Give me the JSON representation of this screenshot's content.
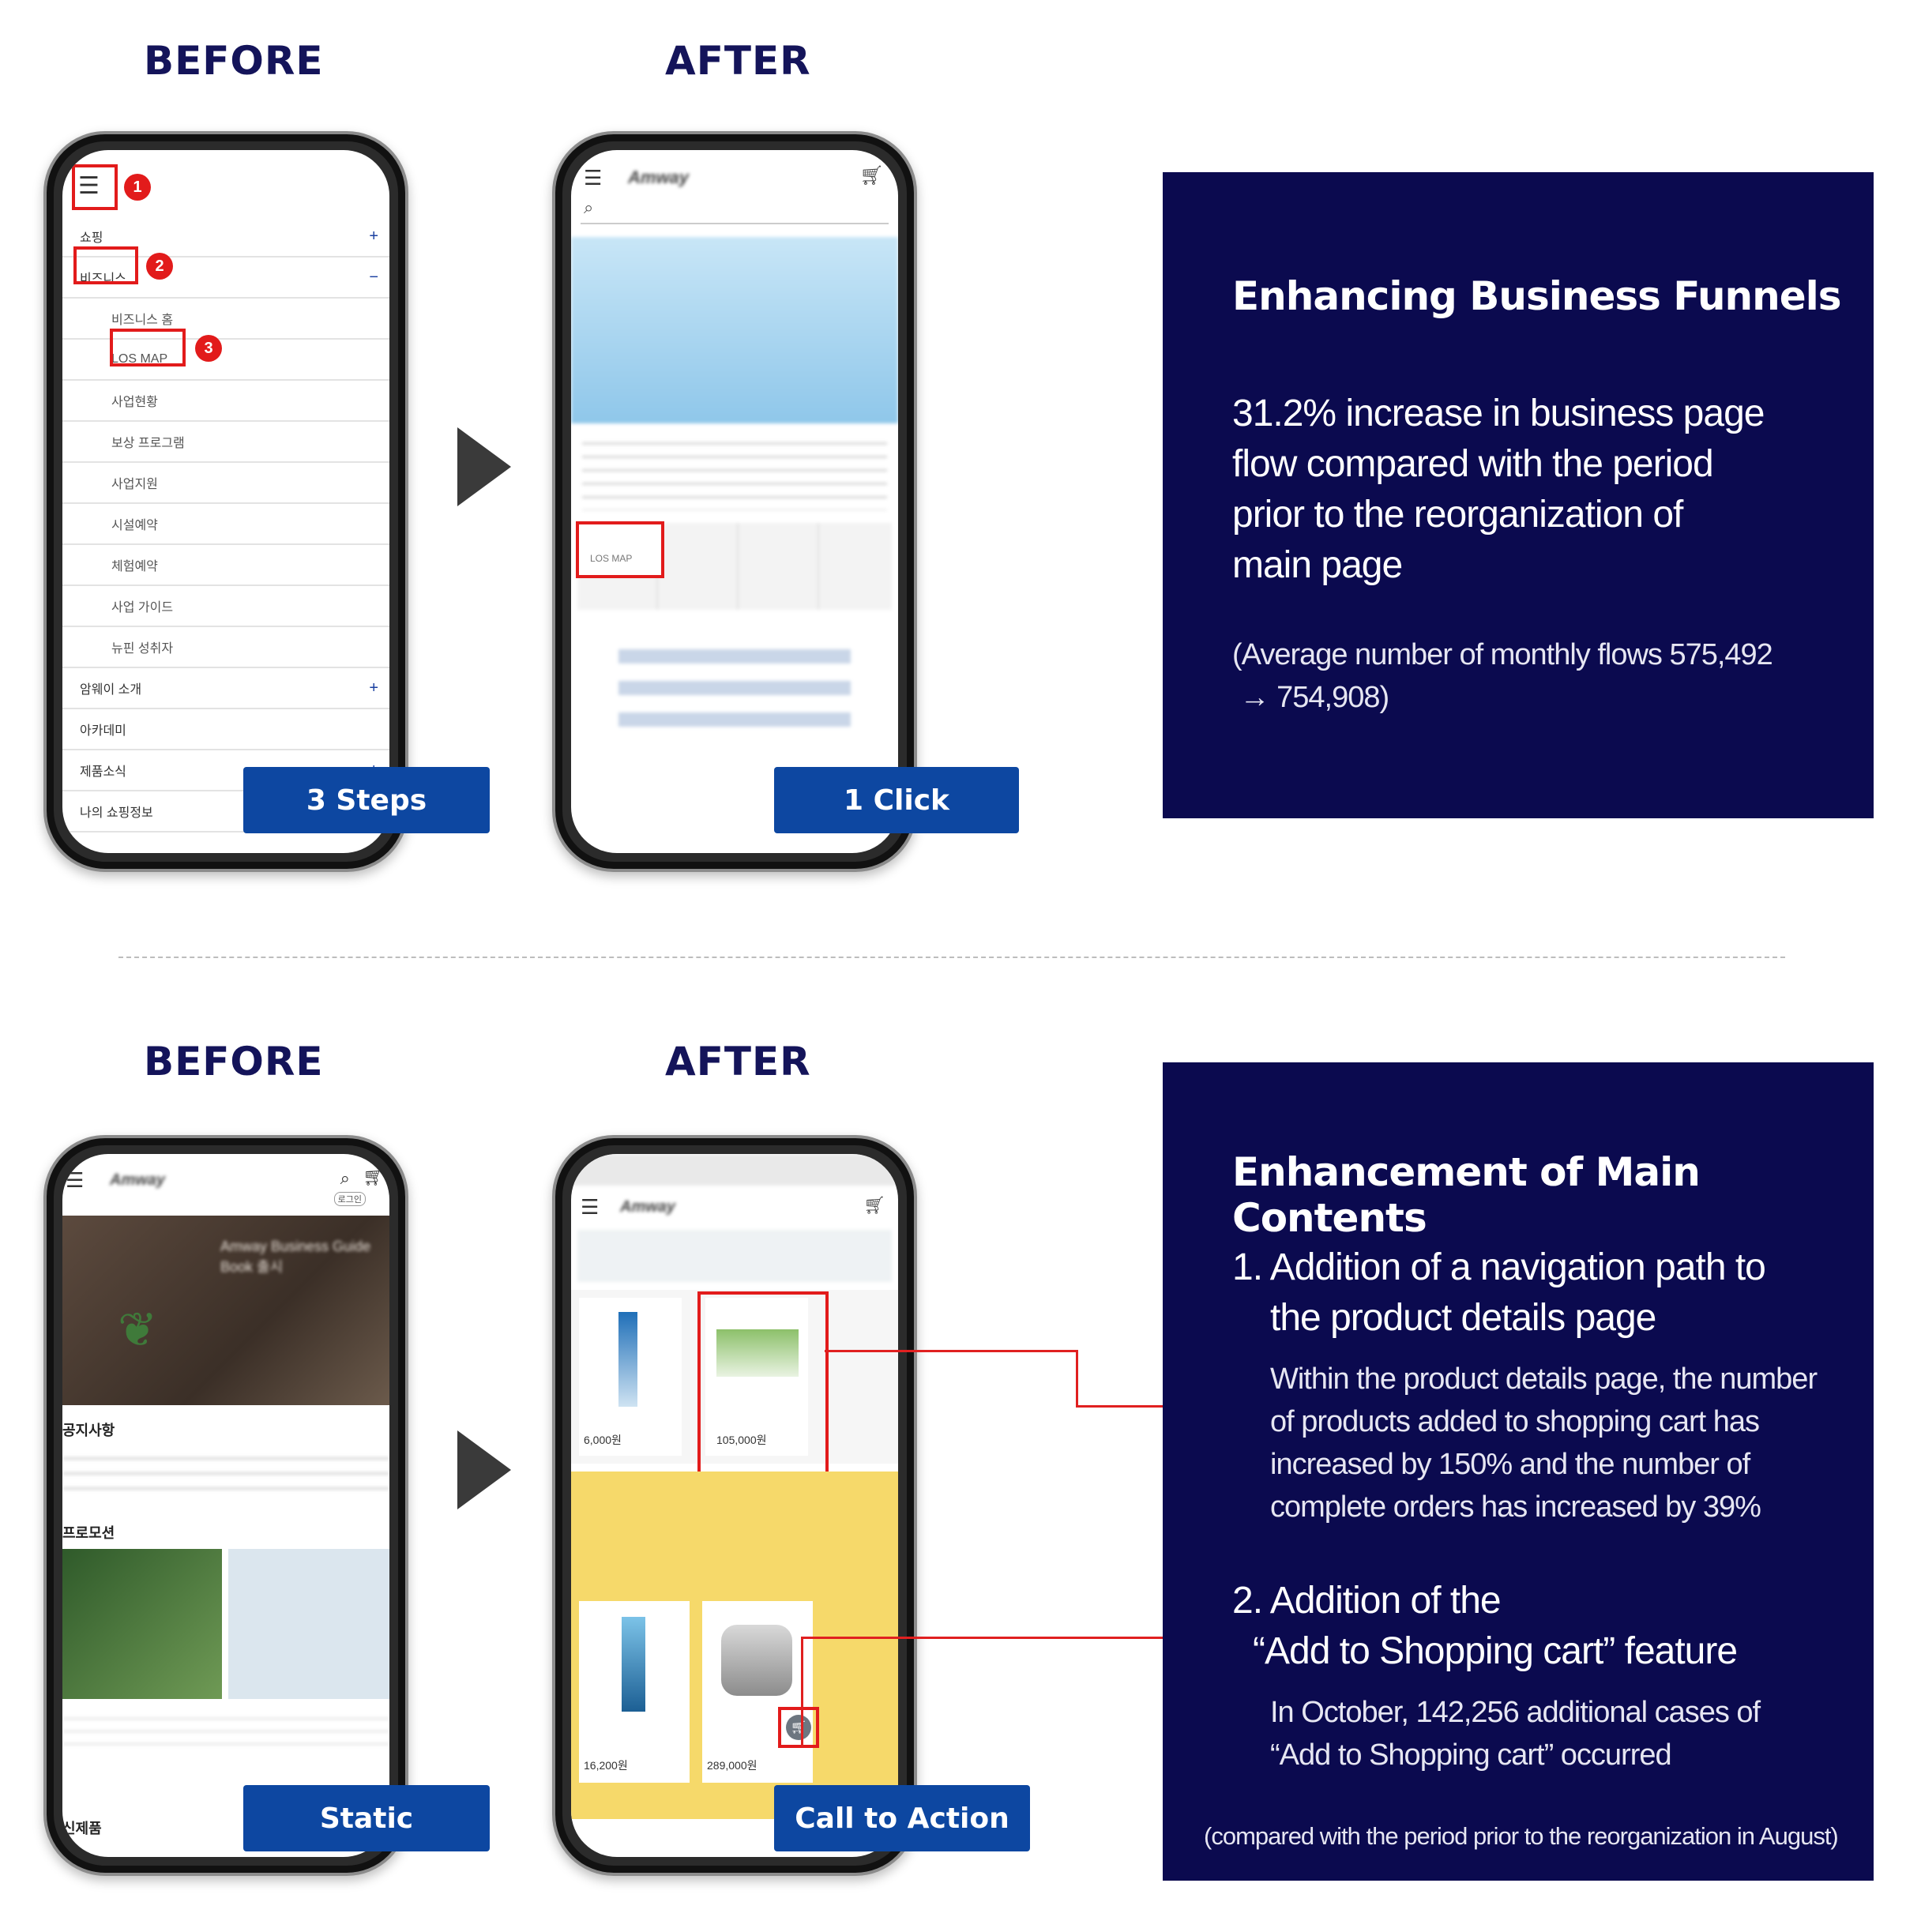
{
  "top": {
    "before_label": "BEFORE",
    "after_label": "AFTER",
    "before_tag": "3 Steps",
    "after_tag": "1 Click",
    "before_menu": {
      "items": [
        {
          "label": "쇼핑",
          "type": "top",
          "plus": "+"
        },
        {
          "label": "비즈니스",
          "type": "top",
          "plus": "−"
        },
        {
          "label": "비즈니스 홈",
          "type": "sub"
        },
        {
          "label": "LOS MAP",
          "type": "sub"
        },
        {
          "label": "사업현황",
          "type": "sub"
        },
        {
          "label": "보상 프로그램",
          "type": "sub"
        },
        {
          "label": "사업지원",
          "type": "sub"
        },
        {
          "label": "시설예약",
          "type": "sub"
        },
        {
          "label": "체험예약",
          "type": "sub"
        },
        {
          "label": "사업 가이드",
          "type": "sub"
        },
        {
          "label": "뉴핀 성취자",
          "type": "sub"
        },
        {
          "label": "암웨이 소개",
          "type": "top",
          "plus": "+"
        },
        {
          "label": "아카데미",
          "type": "top"
        },
        {
          "label": "제품소식",
          "type": "top",
          "plus": "+"
        },
        {
          "label": "나의 쇼핑정보",
          "type": "top"
        }
      ],
      "badges": [
        "1",
        "2",
        "3"
      ]
    },
    "after_screen": {
      "brand": "Amway",
      "los_map": "LOS MAP"
    },
    "panel": {
      "title": "Enhancing Business Funnels",
      "big_lines": [
        "31.2% increase in business page",
        "flow compared with the period",
        "prior to the reorganization of",
        "main page"
      ],
      "small_lines": [
        "(Average number of monthly flows 575,492",
        " → 754,908)"
      ]
    }
  },
  "bottom": {
    "before_label": "BEFORE",
    "after_label": "AFTER",
    "before_tag": "Static",
    "after_tag": "Call to Action",
    "before_screen": {
      "brand": "Amway",
      "banner": "Amway Business Guide Book 출시",
      "notice": "공지사항",
      "promo": "프로모션",
      "new": "신제품",
      "login": "로그인"
    },
    "after_screen": {
      "brand": "Amway",
      "price1": "6,000원",
      "price2": "105,000원",
      "price3": "16,200원",
      "price4": "289,000원"
    },
    "panel": {
      "title": "Enhancement of Main Contents",
      "item1_lines": [
        "1. Addition of a navigation path to",
        "the product details page"
      ],
      "item1_small": [
        "Within the product details page, the number",
        "of products added to shopping cart has",
        "increased by 150% and the number of",
        "complete orders has increased by 39%"
      ],
      "item2_lines": [
        "2. Addition of the",
        "“Add to Shopping cart” feature"
      ],
      "item2_small": [
        "In October, 142,256 additional cases of",
        "“Add to Shopping cart” occurred"
      ],
      "footnote": "(compared with the period prior to the reorganization in August)"
    }
  }
}
